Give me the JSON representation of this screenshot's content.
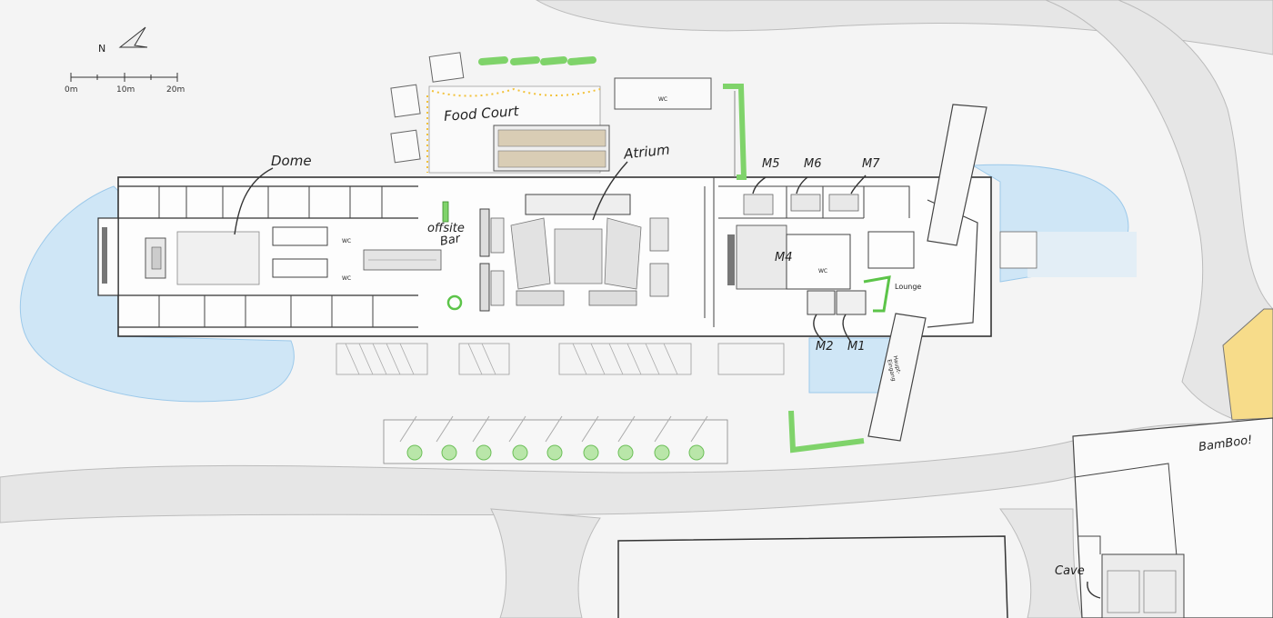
{
  "map": {
    "compass_label": "N",
    "scale": {
      "ticks": [
        "0m",
        "10m",
        "20m"
      ]
    },
    "labels": {
      "dome": "Dome",
      "food_court": "Food Court",
      "atrium": "Atrium",
      "offsite": "offsite",
      "bar": "Bar",
      "m5": "M5",
      "m6": "M6",
      "m7": "M7",
      "m4": "M4",
      "m2": "M2",
      "m1": "M1",
      "lounge": "Lounge",
      "haupt_eingang_1": "Haupt-",
      "haupt_eingang_2": "Eingang",
      "bamboo": "BamBoo!",
      "cave": "Cave",
      "wc_top": "WC",
      "wc_dome_1": "WC",
      "wc_dome_2": "WC",
      "wc_m4": "WC"
    },
    "colors": {
      "water": "#cfe6f6",
      "water_stroke": "#9cc9ea",
      "road": "#e6e6e6",
      "green": "#7fd36a",
      "yellow_area": "#f7dc8a",
      "lights": "#f2c23b",
      "walls": "#333333"
    }
  }
}
